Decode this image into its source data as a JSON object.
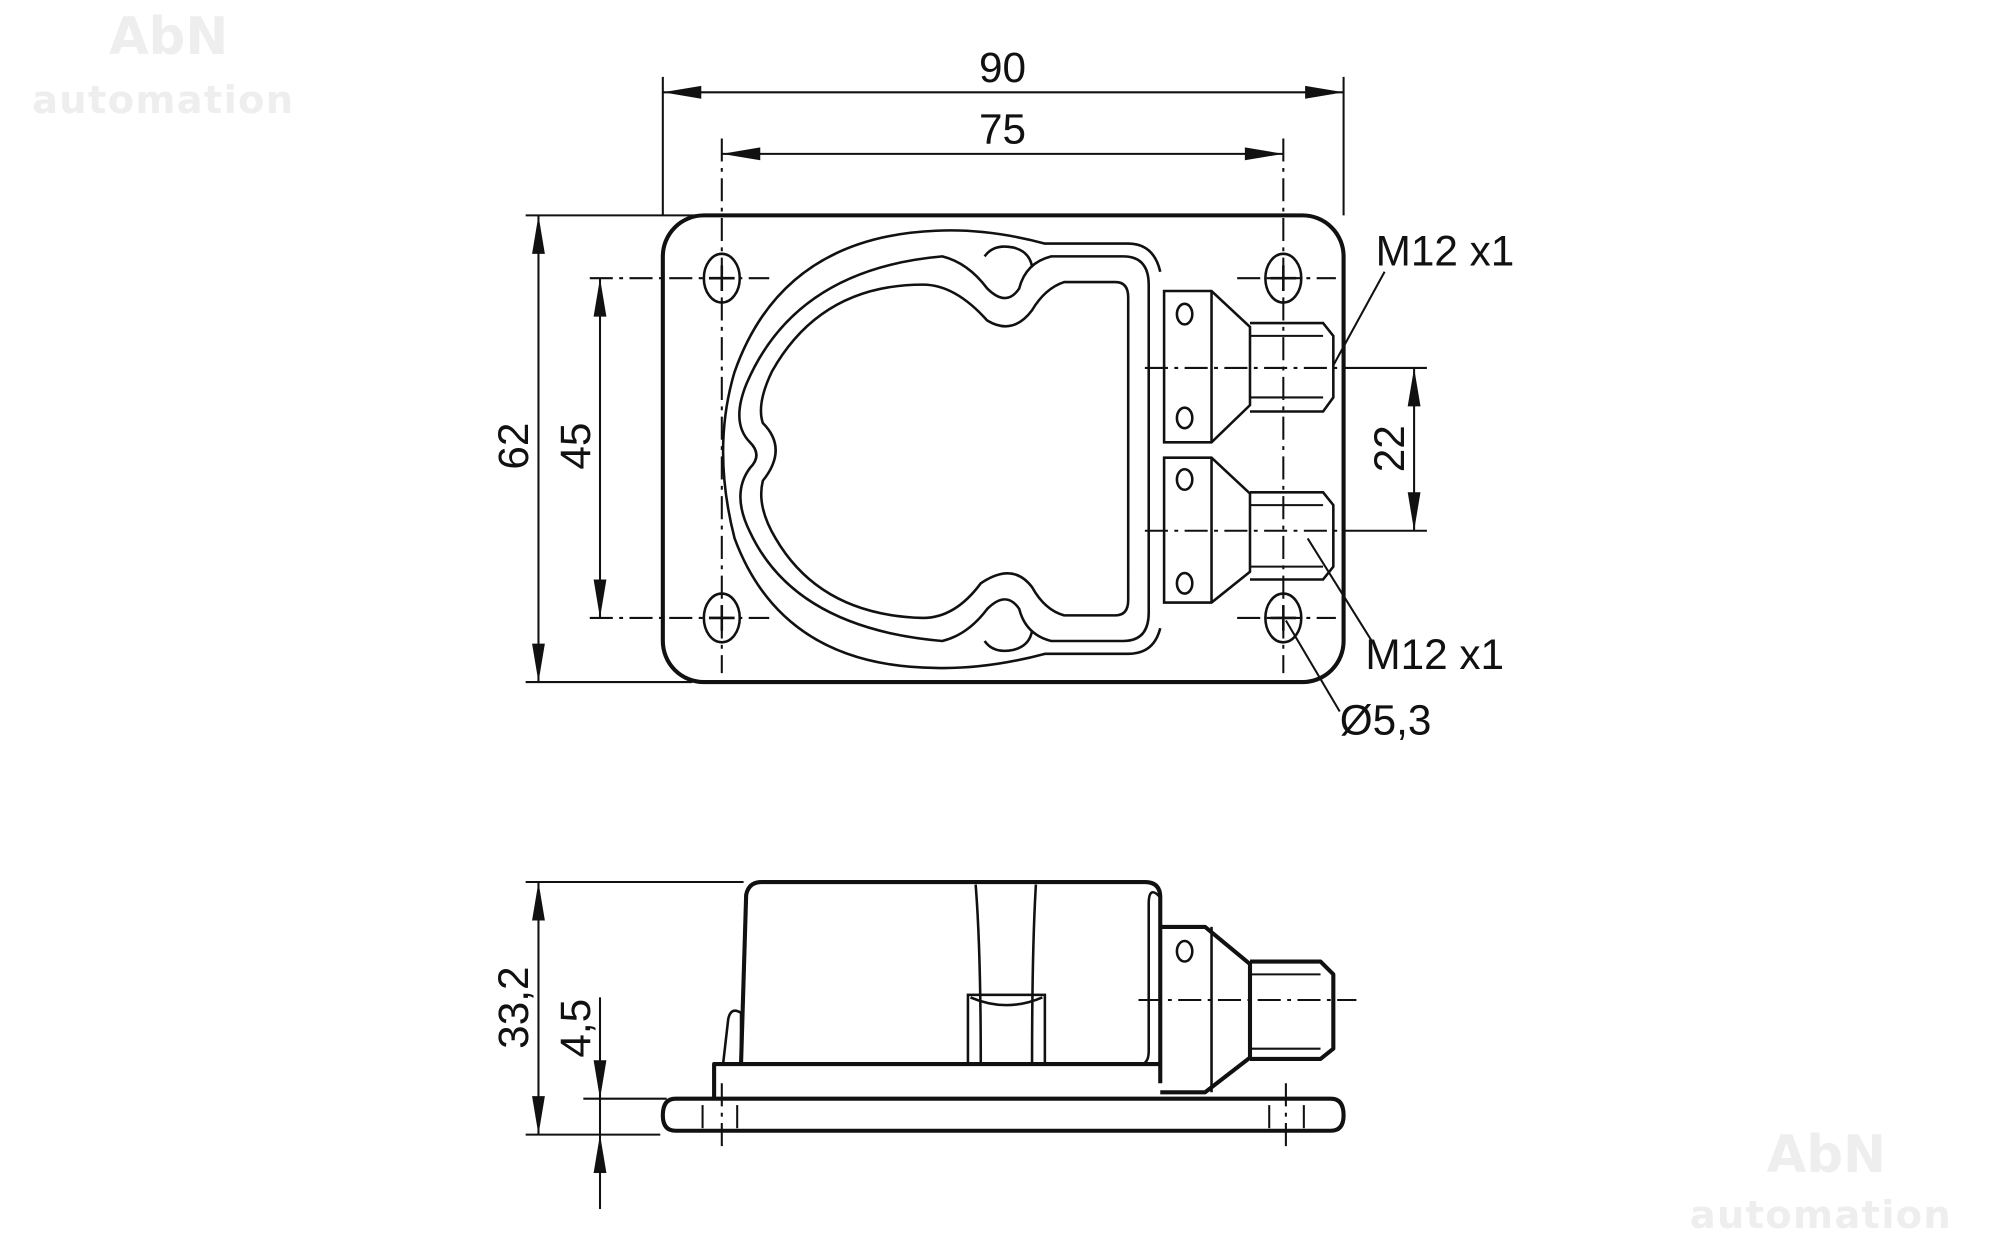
{
  "watermark": {
    "brand": "AbN",
    "subtitle": "automation"
  },
  "top_view": {
    "dim_width_overall": "90",
    "dim_hole_spacing_horizontal": "75",
    "dim_height_overall": "62",
    "dim_hole_spacing_vertical": "45",
    "dim_connector_spacing": "22",
    "connector_label_upper": "M12 x1",
    "connector_label_lower": "M12 x1",
    "hole_diameter": "Ø5,3"
  },
  "side_view": {
    "dim_height_overall": "33,2",
    "dim_base_thickness": "4,5"
  }
}
